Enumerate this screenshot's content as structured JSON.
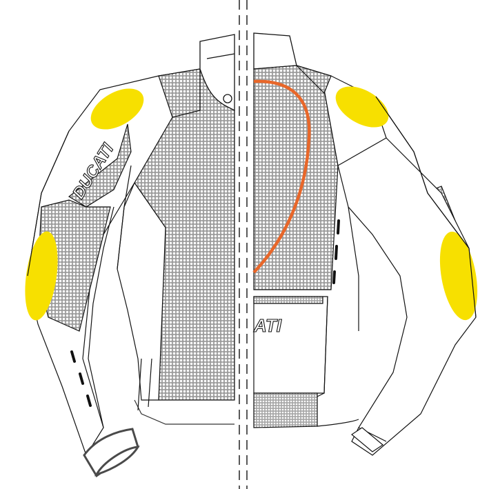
{
  "diagram": {
    "subject": "Motorcycle jacket technical illustration",
    "view_left": "Outer shell",
    "view_right": "Inner construction",
    "brand_text_sleeve": "DUCATI",
    "brand_text_chest": "ATI",
    "colors": {
      "mesh_fill": "#bdbdbd",
      "mesh_dot": "#ffffff",
      "outline": "#111111",
      "protector_yellow": "#f7e000",
      "back_protector_orange": "#e8672a",
      "cuff_gray": "#4a4a4a",
      "background": "#ffffff"
    },
    "features": [
      {
        "id": "shoulder-protector-left",
        "type": "armor",
        "color": "yellow"
      },
      {
        "id": "shoulder-protector-right",
        "type": "armor",
        "color": "yellow"
      },
      {
        "id": "elbow-protector-left",
        "type": "armor",
        "color": "yellow"
      },
      {
        "id": "elbow-protector-right",
        "type": "armor",
        "color": "yellow"
      },
      {
        "id": "back-protector-outline",
        "type": "armor",
        "color": "orange"
      },
      {
        "id": "mesh-panels",
        "type": "ventilation"
      },
      {
        "id": "sleeve-vents",
        "type": "ventilation"
      },
      {
        "id": "zipper-center",
        "type": "closure"
      },
      {
        "id": "waist-zipper",
        "type": "closure"
      }
    ]
  }
}
